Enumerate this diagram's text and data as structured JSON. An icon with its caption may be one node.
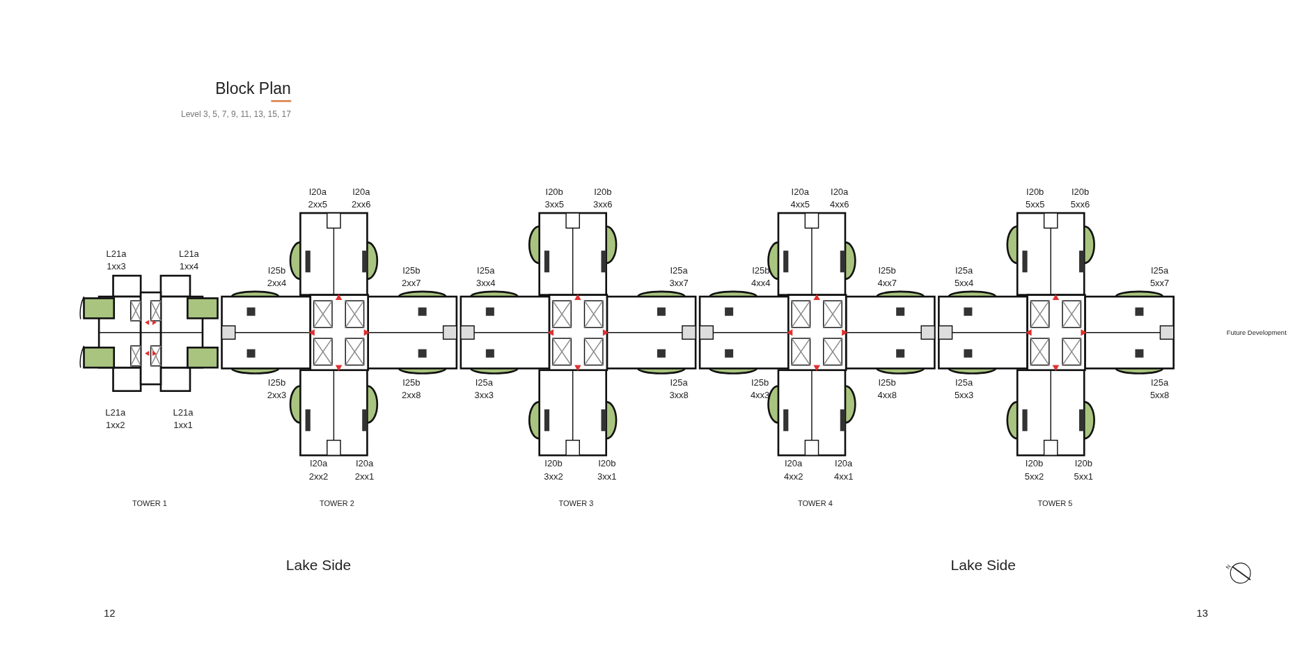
{
  "diagram": {
    "title": "Block Plan",
    "labels": [
      "Level 3, 5, 7, 9, 11, 13, 15, 17",
      "I20a",
      "2xx5",
      "I20a",
      "2xx6",
      "I20b",
      "3xx5",
      "I20b",
      "3xx6",
      "I20a",
      "4xx5",
      "I20a",
      "4xx6",
      "I20b",
      "5xx5",
      "I20b",
      "5xx6",
      "L21a",
      "1xx3",
      "L21a",
      "1xx4",
      "I25b",
      "2xx4",
      "I25b",
      "2xx7",
      "I25a",
      "3xx4",
      "I25a",
      "3xx7",
      "I25b",
      "4xx4",
      "I25b",
      "4xx7",
      "I25a",
      "5xx4",
      "I25a",
      "5xx7",
      "Future Development",
      "I25b",
      "2xx3",
      "I25b",
      "2xx8",
      "I25a",
      "3xx3",
      "I25a",
      "3xx8",
      "I25b",
      "4xx3",
      "I25b",
      "4xx8",
      "I25a",
      "5xx3",
      "I25a",
      "5xx8",
      "L21a",
      "1xx2",
      "L21a",
      "1xx1",
      "I20a",
      "2xx2",
      "I20a",
      "2xx1",
      "I20b",
      "3xx2",
      "I20b",
      "3xx1",
      "I20a",
      "4xx2",
      "I20a",
      "4xx1",
      "I20b",
      "5xx2",
      "I20b",
      "5xx1",
      "TOWER 1",
      "TOWER 2",
      "TOWER 3",
      "TOWER 4",
      "TOWER 5",
      "Lake Side",
      "Lake Side",
      "N",
      "12",
      "13"
    ]
  }
}
